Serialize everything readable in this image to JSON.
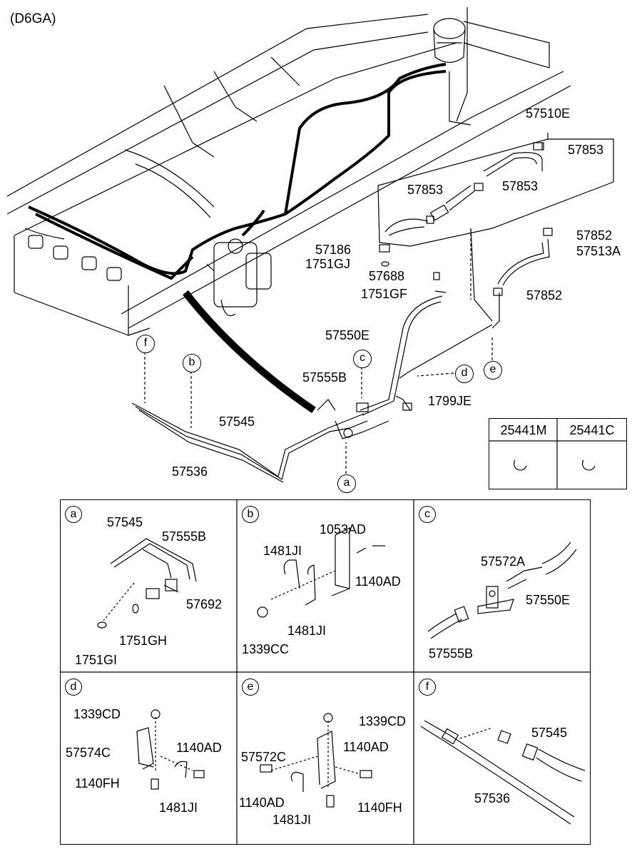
{
  "title": "(D6GA)",
  "main_labels": {
    "l57510E": "57510E",
    "l57853a": "57853",
    "l57853b": "57853",
    "l57853c": "57853",
    "l57852a": "57852",
    "l57513A": "57513A",
    "l57852b": "57852",
    "l57186": "57186",
    "l1751GJ": "1751GJ",
    "l57688": "57688",
    "l1751GF": "1751GF",
    "l57550E": "57550E",
    "l57555B": "57555B",
    "l1799JE": "1799JE",
    "l57545": "57545",
    "l57536": "57536"
  },
  "callouts": {
    "f": "f",
    "b": "b",
    "c": "c",
    "d": "d",
    "e": "e",
    "a": "a"
  },
  "part_table": {
    "col1": "25441M",
    "col2": "25441C"
  },
  "details": {
    "a": {
      "letter": "a",
      "l1": "57545",
      "l2": "57555B",
      "l3": "57692",
      "l4": "1751GH",
      "l5": "1751GI"
    },
    "b": {
      "letter": "b",
      "l1": "1053AD",
      "l2": "1481JI",
      "l3": "1140AD",
      "l4": "1481JI",
      "l5": "1339CC"
    },
    "c": {
      "letter": "c",
      "l1": "57572A",
      "l2": "57550E",
      "l3": "57555B"
    },
    "d": {
      "letter": "d",
      "l1": "1339CD",
      "l2": "57574C",
      "l3": "1140AD",
      "l4": "1140FH",
      "l5": "1481JI"
    },
    "e": {
      "letter": "e",
      "l1": "1339CD",
      "l2": "57572C",
      "l3": "1140AD",
      "l4": "1140AD",
      "l5": "1481JI",
      "l6": "1140FH"
    },
    "f": {
      "letter": "f",
      "l1": "57545",
      "l2": "57536"
    }
  }
}
